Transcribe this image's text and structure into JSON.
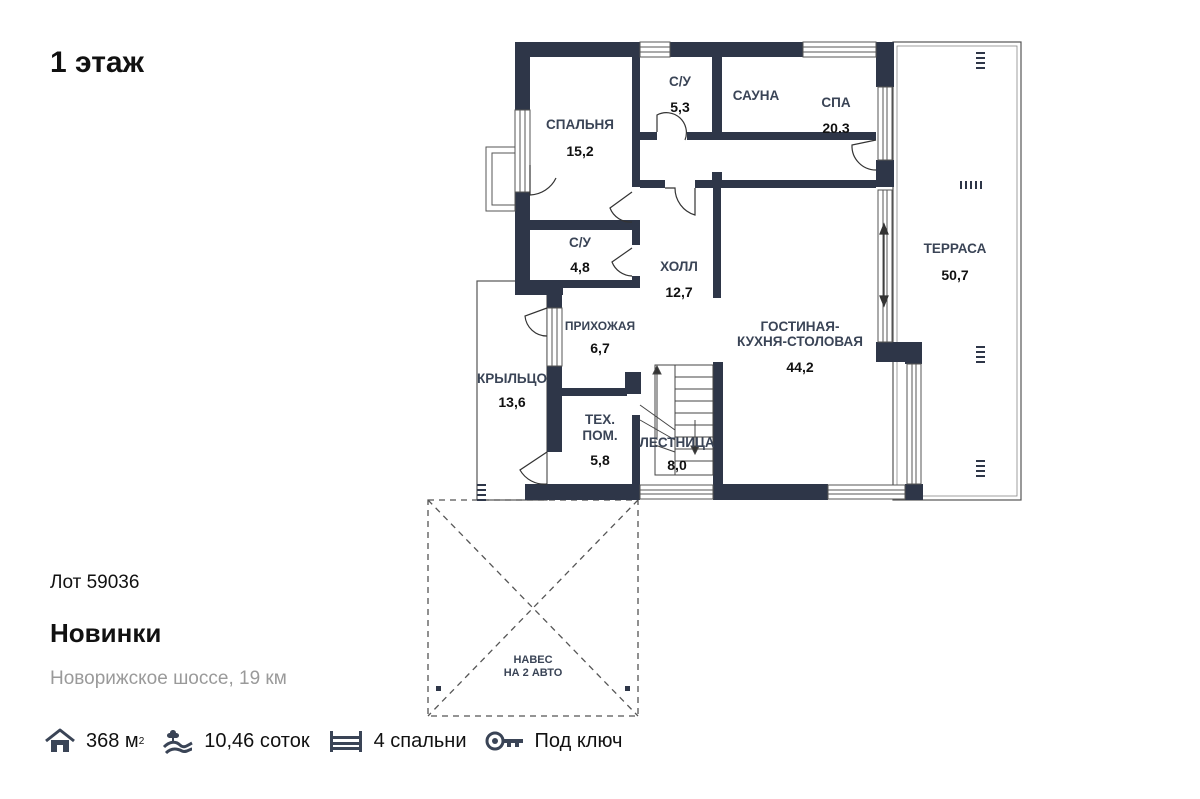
{
  "floor_title": "1 этаж",
  "lot": "Лот 59036",
  "name": "Новинки",
  "address": "Новорижское шоссе, 19 км",
  "stats": {
    "area_value": "368 м",
    "area_sup": "2",
    "plot": "10,46 соток",
    "bedrooms": "4 спальни",
    "finish": "Под ключ"
  },
  "icons": [
    "house-icon",
    "land-icon",
    "bed-icon",
    "key-icon"
  ],
  "rooms": {
    "bedroom": {
      "label": "СПАЛЬНЯ",
      "area": "15,2"
    },
    "wc1": {
      "label": "С/У",
      "area": "5,3"
    },
    "sauna": {
      "label": "САУНА"
    },
    "spa": {
      "label": "СПА",
      "area": "20.3"
    },
    "wc2": {
      "label": "С/У",
      "area": "4,8"
    },
    "hall": {
      "label": "ХОЛЛ",
      "area": "12,7"
    },
    "entry": {
      "label": "ПРИХОЖАЯ",
      "area": "6,7"
    },
    "living": {
      "label1": "ГОСТИНАЯ-",
      "label2": "КУХНЯ-СТОЛОВАЯ",
      "area": "44,2"
    },
    "terrace": {
      "label": "ТЕРРАСА",
      "area": "50,7"
    },
    "porch": {
      "label": "КРЫЛЬЦО",
      "area": "13,6"
    },
    "tech": {
      "label1": "ТЕХ.",
      "label2": "ПОМ.",
      "area": "5,8"
    },
    "stairs": {
      "label": "ЛЕСТНИЦА",
      "area": "8,0"
    },
    "carport": {
      "label1": "НАВЕС",
      "label2": "НА 2 АВТО"
    }
  },
  "colors": {
    "wall": "#2e3648",
    "text_dark": "#111111",
    "text_grey": "#9a9a9a",
    "icon": "#3a4456"
  }
}
